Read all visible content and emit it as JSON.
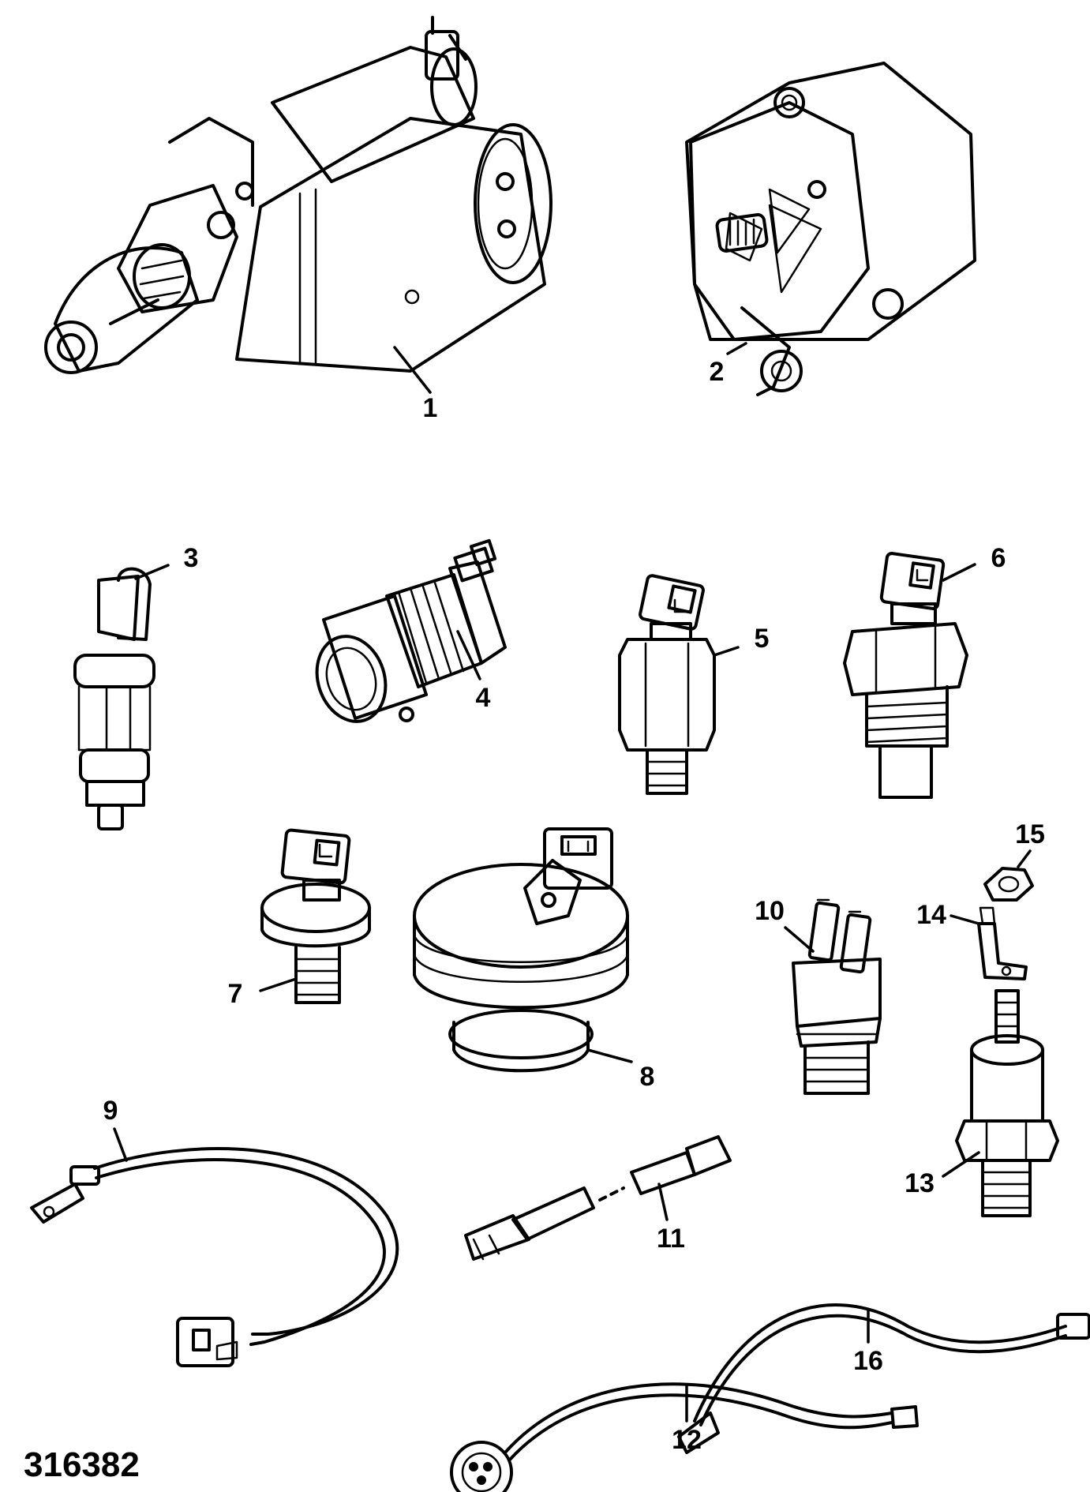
{
  "figure_id": "316382",
  "callouts": {
    "c1": "1",
    "c2": "2",
    "c3": "3",
    "c4": "4",
    "c5": "5",
    "c6": "6",
    "c7": "7",
    "c8": "8",
    "c9": "9",
    "c10": "10",
    "c11": "11",
    "c12": "12",
    "c13": "13",
    "c14": "14",
    "c15": "15",
    "c16": "16"
  }
}
